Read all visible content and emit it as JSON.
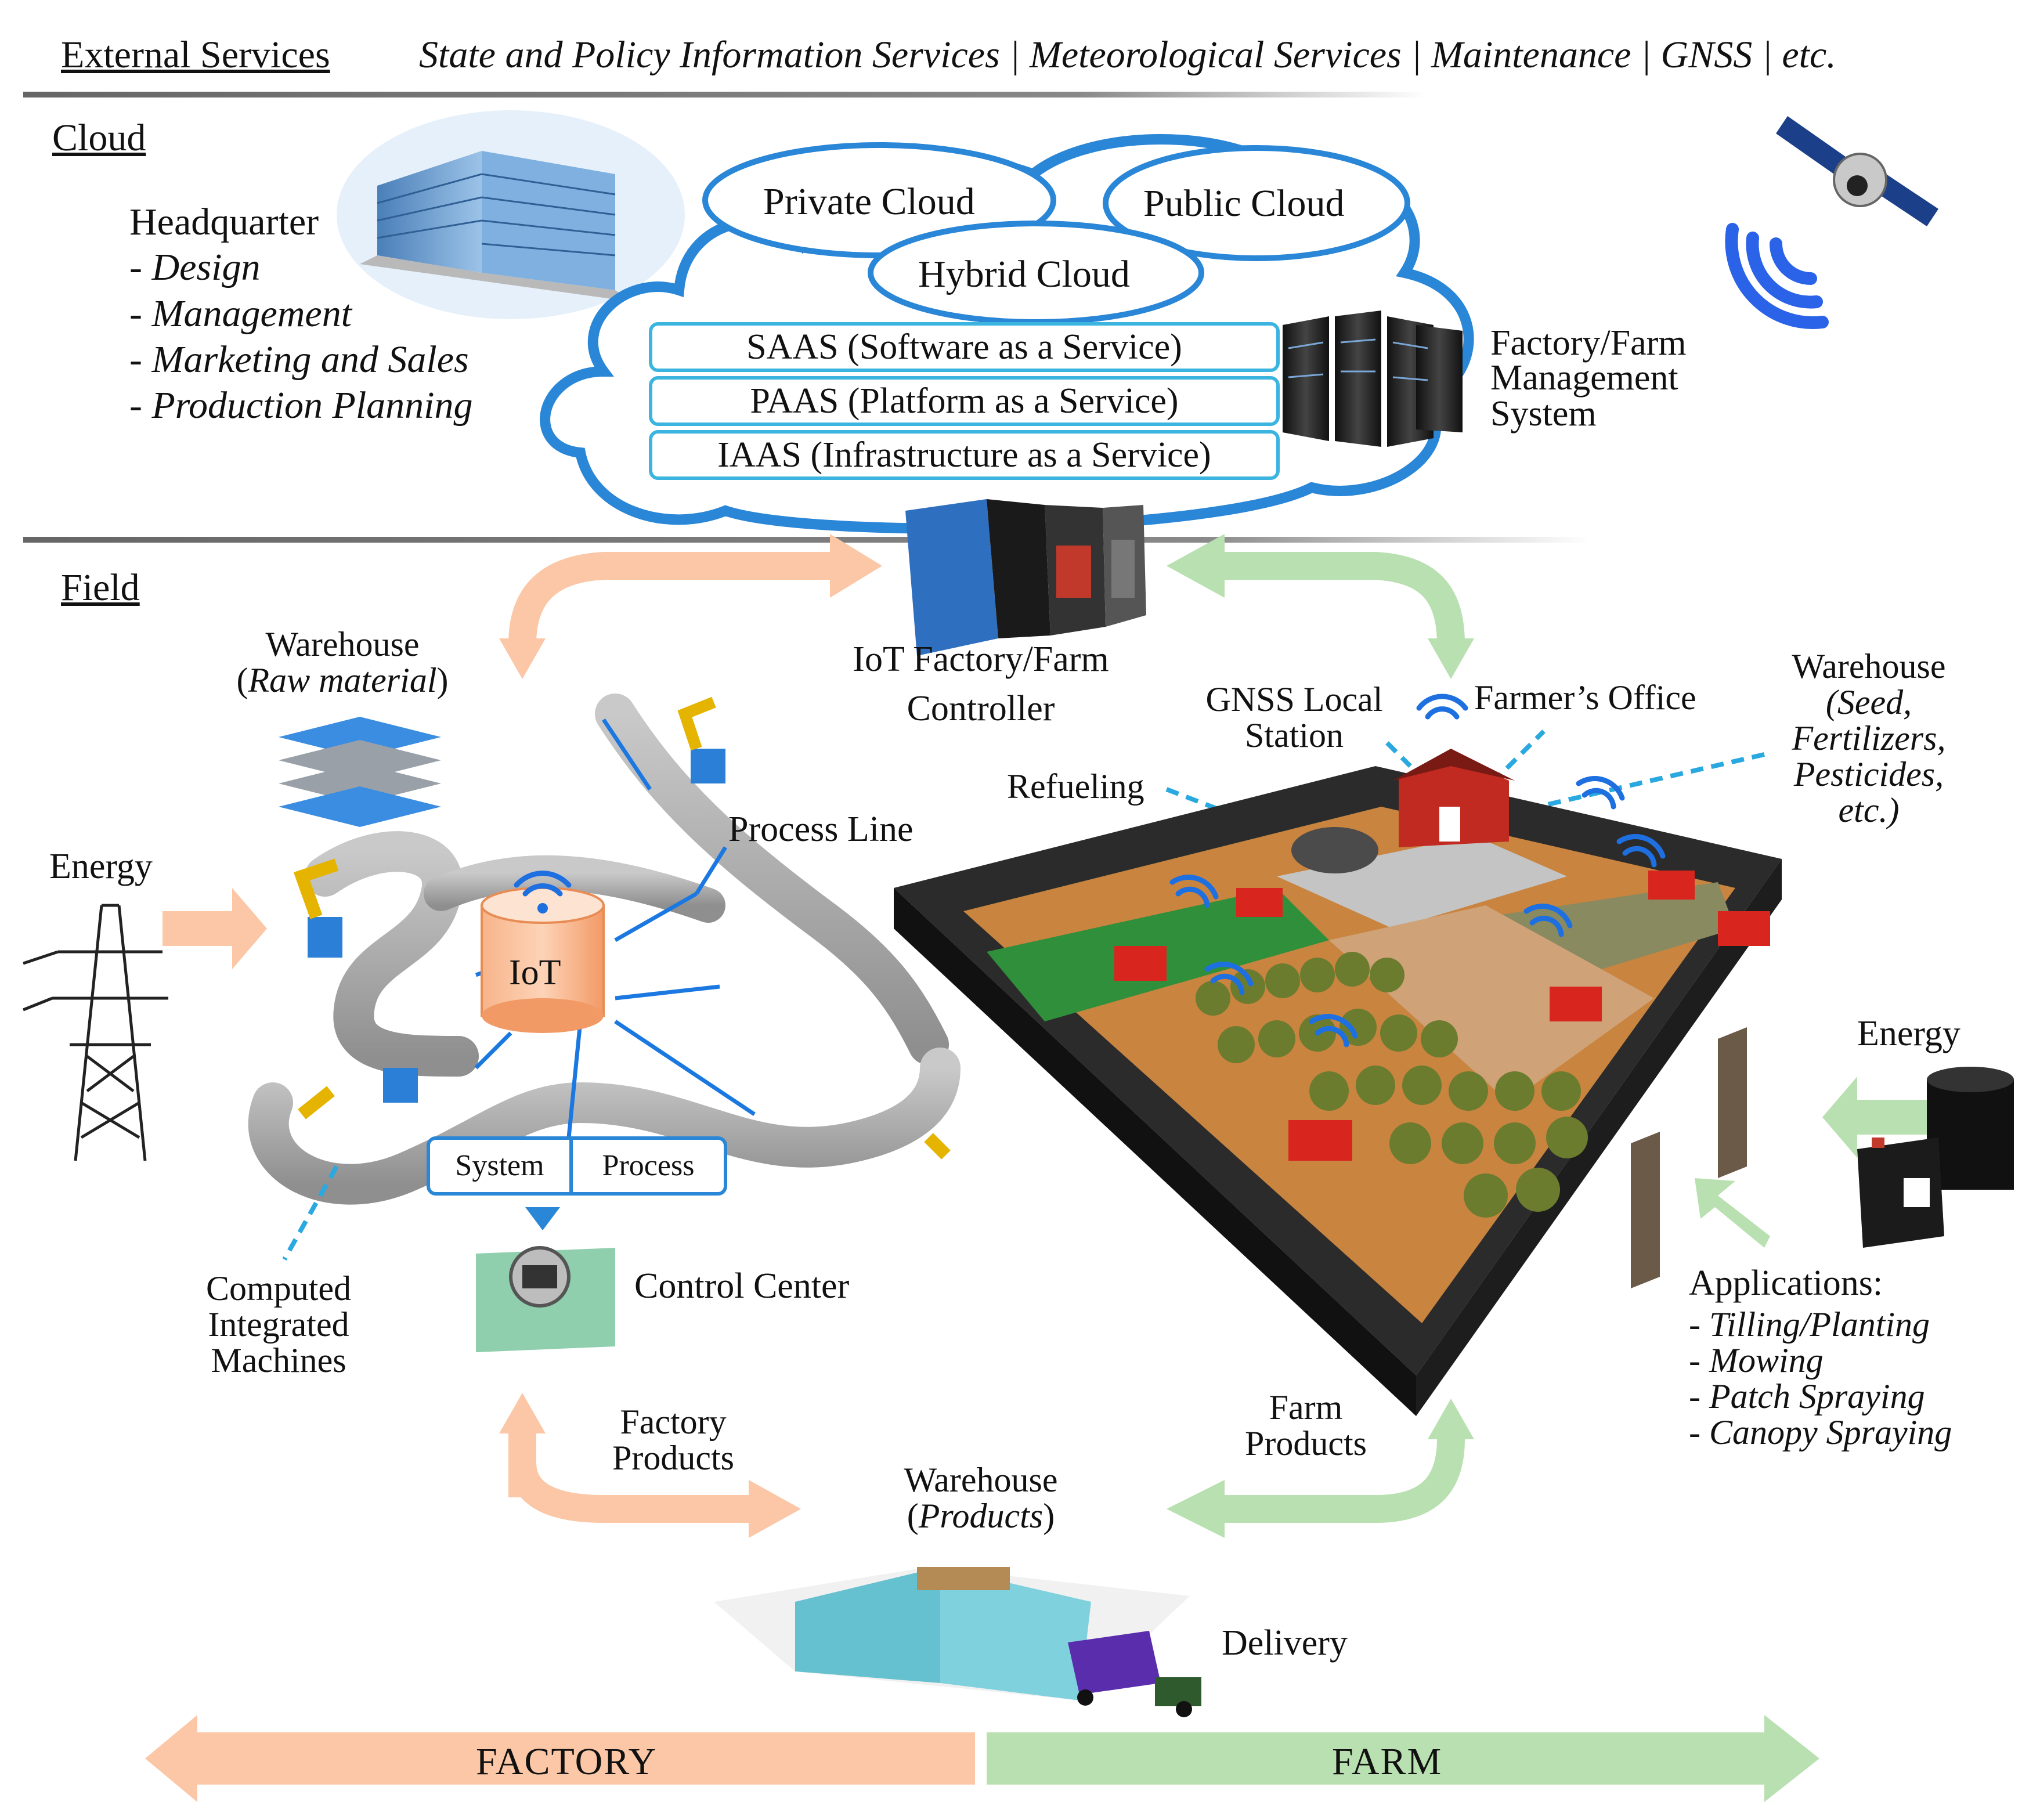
{
  "external": {
    "label": "External Services",
    "services": "State and Policy Information Services | Meteorological Services | Maintenance | GNSS | etc."
  },
  "cloud": {
    "label": "Cloud",
    "headquarter": {
      "title": "Headquarter",
      "items": [
        "- Design",
        "- Management",
        "- Marketing and Sales",
        "- Production Planning"
      ]
    },
    "clouds": [
      "Private Cloud",
      "Public Cloud",
      "Hybrid Cloud"
    ],
    "layers": [
      "SAAS (Software as a Service)",
      "PAAS (Platform as a Service)",
      "IAAS (Infrastructure as a Service)"
    ],
    "fms_lines": [
      "Factory/Farm",
      "Management",
      "System"
    ]
  },
  "field": {
    "label": "Field",
    "controller_lines": [
      "IoT Factory/Farm",
      "Controller"
    ],
    "factory": {
      "warehouse_title": "Warehouse",
      "warehouse_sub": "Raw material",
      "energy": "Energy",
      "process_line": "Process Line",
      "iot": "IoT",
      "system_tab": "System",
      "process_tab": "Process",
      "control_center": "Control Center",
      "cim_lines": [
        "Computed",
        "Integrated",
        "Machines"
      ]
    },
    "farm": {
      "gnss_lines": [
        "GNSS Local",
        "Station"
      ],
      "farmer_office": "Farmer’s Office",
      "refueling": "Refueling",
      "warehouse_title": "Warehouse",
      "warehouse_sub_lines": [
        "Seed,",
        "Fertilizers,",
        "Pesticides,",
        "etc."
      ],
      "energy": "Energy",
      "applications_title": "Applications:",
      "applications": [
        "- Tilling/Planting",
        "- Mowing",
        "- Patch Spraying",
        "- Canopy Spraying"
      ]
    },
    "bottom": {
      "factory_products_lines": [
        "Factory",
        "Products"
      ],
      "farm_products_lines": [
        "Farm",
        "Products"
      ],
      "warehouse_title": "Warehouse",
      "warehouse_sub": "Products",
      "delivery": "Delivery"
    },
    "banner": {
      "left": "FACTORY",
      "right": "FARM"
    }
  },
  "colors": {
    "factory": "#fbc7a6",
    "farm": "#b9e0b0",
    "cloud_border": "#2a86d6",
    "layer_border": "#3bb5e0",
    "wifi": "#1e6fe0",
    "soil": "#c9843f",
    "wall": "#2a2a2a"
  }
}
